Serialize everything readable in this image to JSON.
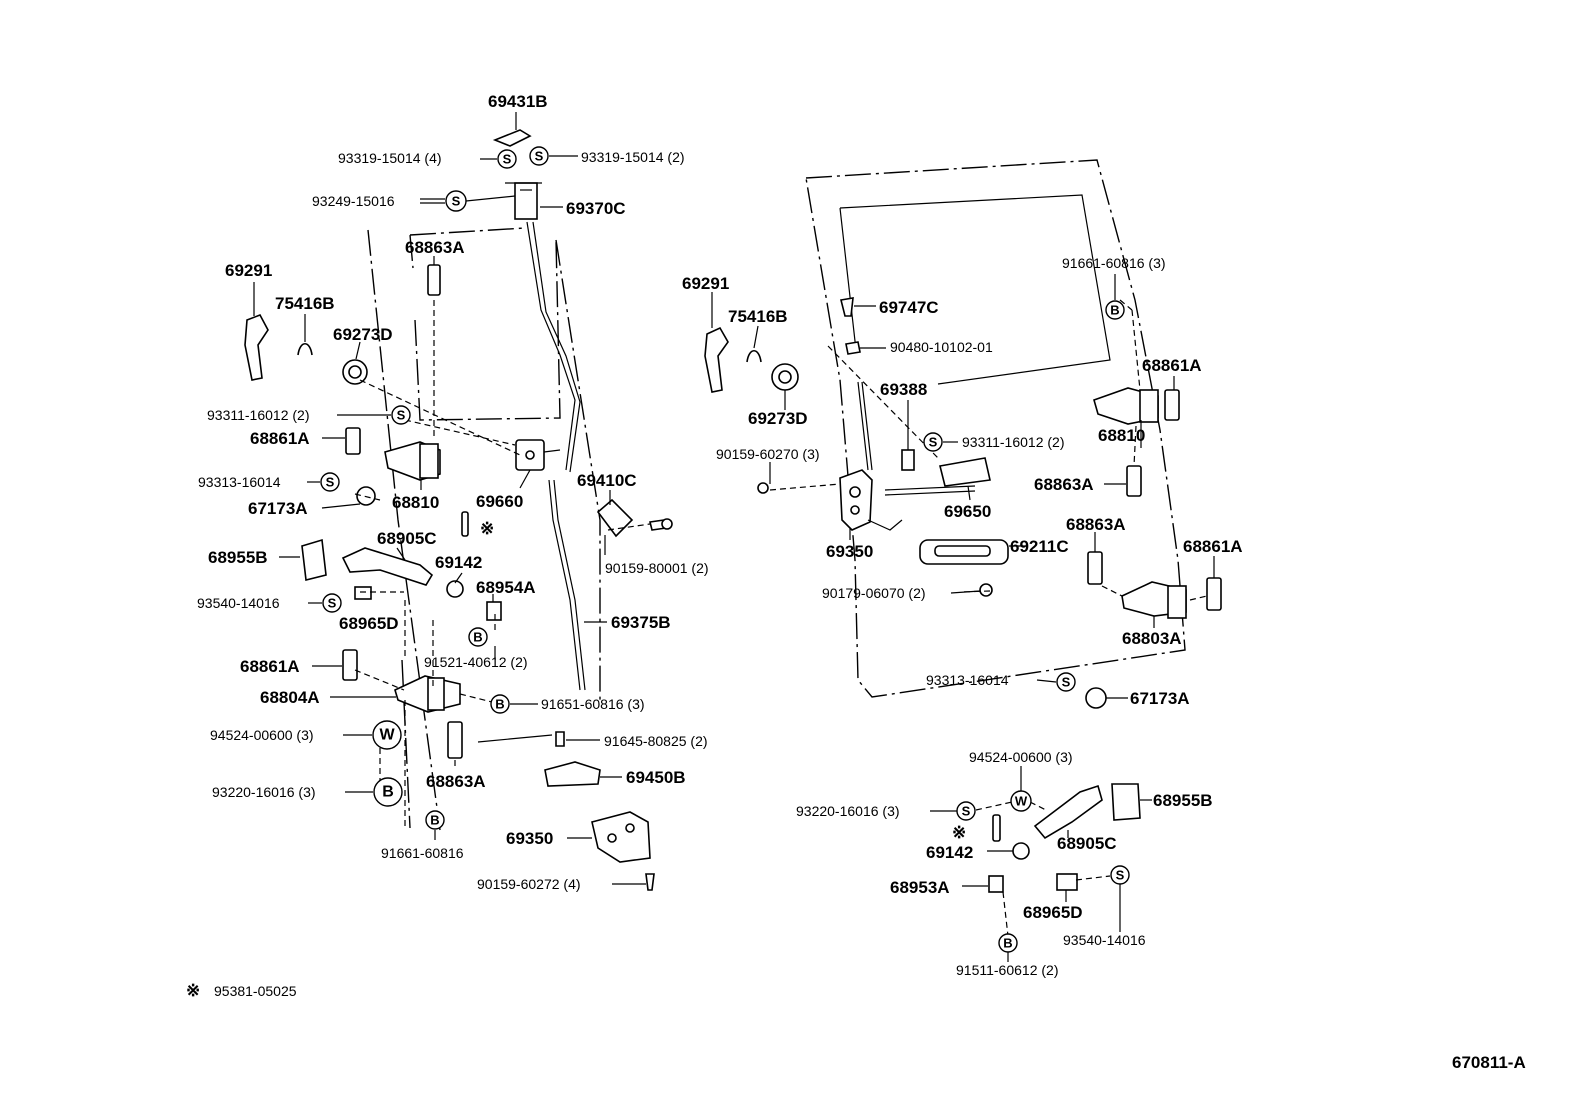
{
  "labels": {
    "p69431B": "69431B",
    "p93319a": "93319-15014 (4)",
    "p93319b": "93319-15014 (2)",
    "p93249": "93249-15016",
    "p69370C": "69370C",
    "p68863A_L1": "68863A",
    "p69291_L": "69291",
    "p75416B_L": "75416B",
    "p69273D_L": "69273D",
    "p93311_L": "93311-16012 (2)",
    "p68861A_L1": "68861A",
    "p93313_L": "93313-16014",
    "p67173A_L": "67173A",
    "p68810_L": "68810",
    "p69660": "69660",
    "p69410C": "69410C",
    "p68905C_L": "68905C",
    "p68955B_L": "68955B",
    "p69142_L": "69142",
    "p68954A": "68954A",
    "p93540_L": "93540-14016",
    "p68965D_L": "68965D",
    "p90159_80001": "90159-80001 (2)",
    "p69375B": "69375B",
    "p91521": "91521-40612 (2)",
    "p68861A_L2": "68861A",
    "p68804A": "68804A",
    "p91651": "91651-60816 (3)",
    "p94524_L": "94524-00600 (3)",
    "p91645": "91645-80825 (2)",
    "p68863A_L2": "68863A",
    "p69450B": "69450B",
    "p93220_L": "93220-16016 (3)",
    "p69350_L": "69350",
    "p91661_L": "91661-60816",
    "p90159_60272": "90159-60272 (4)",
    "note_symbol": "※",
    "note_text": "95381-05025",
    "p69291_R": "69291",
    "p75416B_R": "75416B",
    "p69747C": "69747C",
    "p90480": "90480-10102-01",
    "p91661_R": "91661-60816 (3)",
    "p68861A_R1": "68861A",
    "p69273D_R": "69273D",
    "p69388": "69388",
    "p93311_R": "93311-16012 (2)",
    "p68810_R": "68810",
    "p90159_60270": "90159-60270 (3)",
    "p68863A_R1": "68863A",
    "p69650": "69650",
    "p69350_R": "69350",
    "p69211C": "69211C",
    "p68863A_R2": "68863A",
    "p68861A_R2": "68861A",
    "p90179": "90179-06070 (2)",
    "p68803A": "68803A",
    "p93313_R": "93313-16014",
    "p67173A_R": "67173A",
    "p94524_R": "94524-00600 (3)",
    "p93220_R": "93220-16016 (3)",
    "p68955B_R": "68955B",
    "p69142_R": "69142",
    "p68905C_R": "68905C",
    "p68953A": "68953A",
    "p68965D_R": "68965D",
    "p93540_R": "93540-14016",
    "p91511": "91511-60612 (2)",
    "diagram_code": "670811-A",
    "sym_S": "S",
    "sym_B": "B",
    "sym_W": "W",
    "sym_asterisk": "※"
  }
}
